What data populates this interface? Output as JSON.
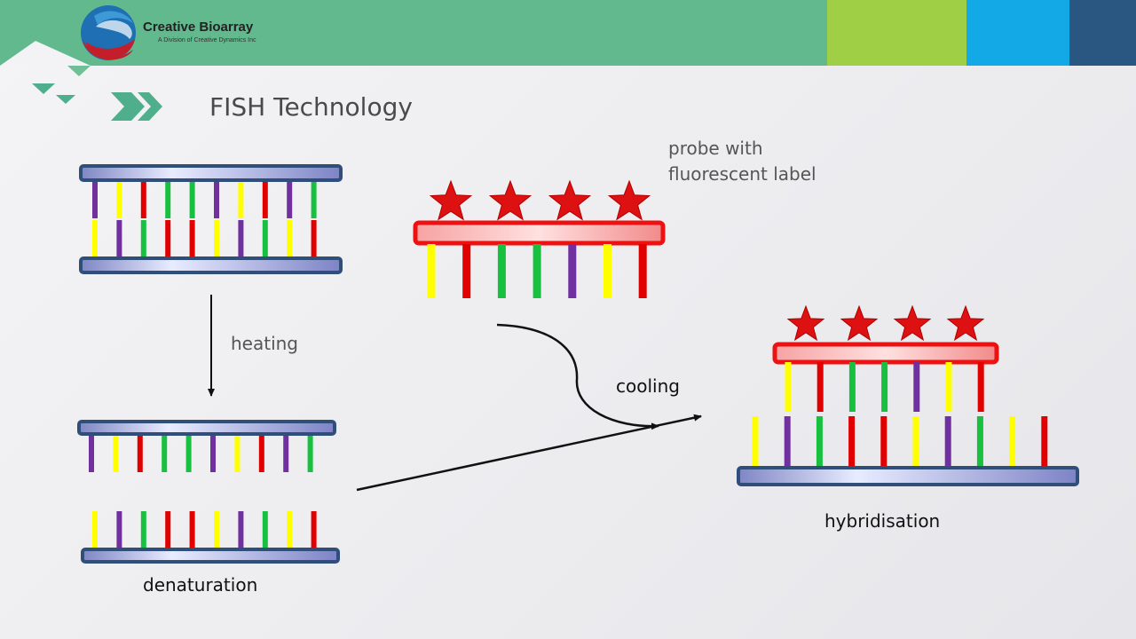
{
  "logo": {
    "name": "Creative Bioarray",
    "tagline": "A Division of Creative Dynamics Inc"
  },
  "slide": {
    "title": "FISH Technology"
  },
  "labels": {
    "probe": "probe with\nfluorescent label",
    "heating": "heating",
    "cooling": "cooling",
    "denaturation": "denaturation",
    "hybridisation": "hybridisation"
  },
  "colors": {
    "header_green": "#62b98d",
    "header_lime": "#9fcf45",
    "header_blue": "#12a9e6",
    "header_navy": "#2a5682",
    "base_yellow": "#ffff00",
    "base_purple": "#7030a0",
    "base_red": "#e00000",
    "base_green": "#18c040",
    "strand_outline": "#2f4f7a",
    "probe_red": "#ee1111",
    "star_red": "#dd1111"
  },
  "dna": {
    "strand_a_upper": [
      "purple",
      "yellow",
      "red",
      "green",
      "green",
      "purple",
      "yellow",
      "red",
      "purple",
      "green"
    ],
    "strand_a_lower": [
      "yellow",
      "purple",
      "green",
      "red",
      "red",
      "yellow",
      "purple",
      "green",
      "yellow",
      "red"
    ],
    "probe_bases": [
      "yellow",
      "red",
      "green",
      "green",
      "purple",
      "yellow",
      "red"
    ],
    "probe_star_count": 4,
    "hybrid_probe_bases": [
      "yellow",
      "red",
      "green",
      "green",
      "purple",
      "yellow",
      "red"
    ],
    "hybrid_target_bases": [
      "yellow",
      "purple",
      "green",
      "red",
      "red",
      "yellow",
      "purple",
      "green",
      "yellow",
      "red"
    ]
  }
}
